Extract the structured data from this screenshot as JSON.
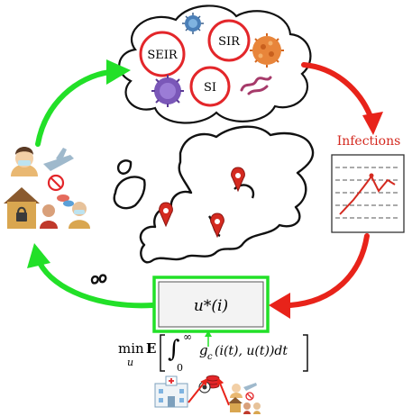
{
  "models": {
    "seir": "SEIR",
    "sir": "SIR",
    "si": "SI"
  },
  "infections_label": "Infections",
  "controller": {
    "label": "u*(i)"
  },
  "objective": {
    "prefix": "min",
    "under": "u",
    "expectation": "E",
    "integral_upper": "∞",
    "integral_lower": "0",
    "integrand": "g",
    "subscript": "c",
    "args": "(i(t), u(t))dt"
  },
  "colors": {
    "red_arrow": "#e8231a",
    "green_arrow": "#22e028",
    "circle_red": "#e3262a",
    "infections_text": "#d42a20"
  }
}
